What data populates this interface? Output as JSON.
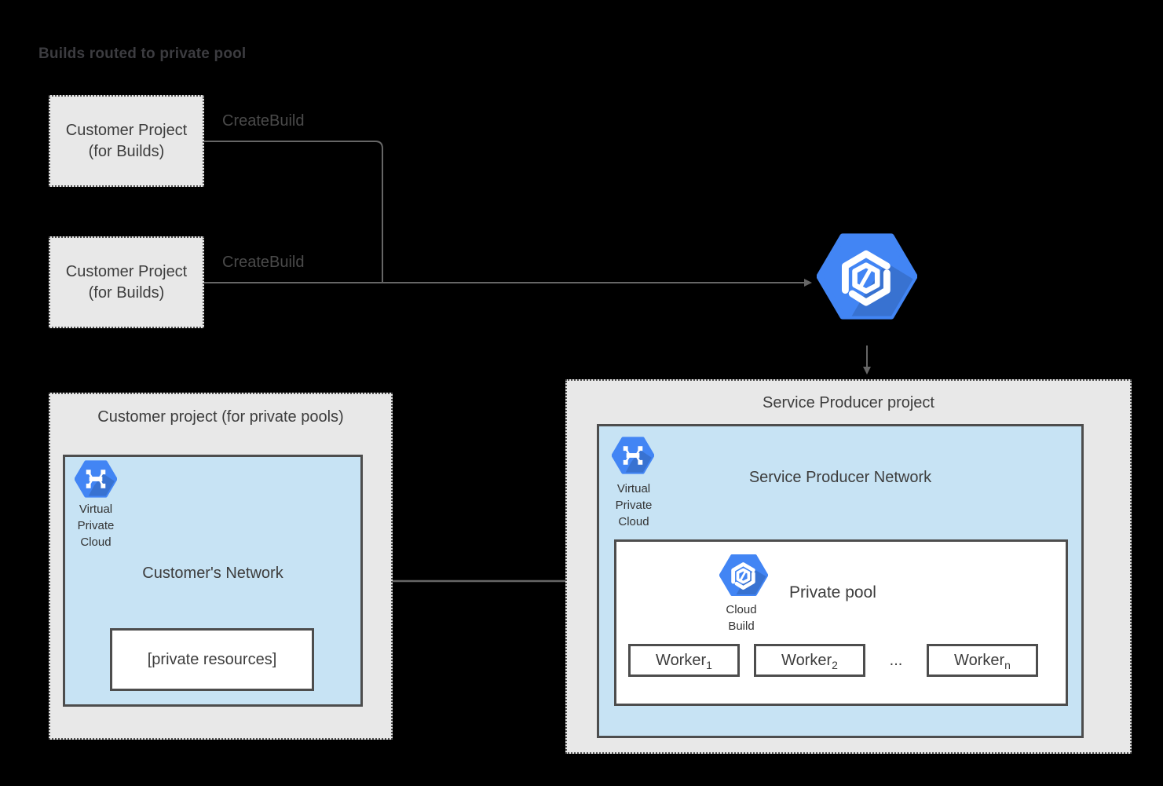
{
  "heading": "Builds routed to private pool",
  "colors": {
    "background": "#000000",
    "gray_fill": "#e8e8e8",
    "light_blue_fill": "#c7e3f4",
    "box_border": "#4d4d4d",
    "line_gray": "#666666",
    "icon_blue": "#4285f4"
  },
  "icons": {
    "cloud_build": "cloud-build-icon",
    "vpc": "vpc-icon"
  },
  "customer_builds": {
    "box1": {
      "line1": "Customer Project",
      "line2": "(for Builds)"
    },
    "box2": {
      "line1": "Customer Project",
      "line2": "(for Builds)"
    },
    "edge1_label": "CreateBuild",
    "edge2_label": "CreateBuild"
  },
  "service_producer": {
    "title": "Service Producer project",
    "network_title": "Service Producer Network",
    "vpc_label": {
      "l1": "Virtual",
      "l2": "Private",
      "l3": "Cloud"
    },
    "private_pool": {
      "title": "Private pool",
      "icon_label": {
        "l1": "Cloud",
        "l2": "Build"
      },
      "workers": [
        {
          "base": "Worker",
          "sub": "1"
        },
        {
          "base": "Worker",
          "sub": "2"
        },
        {
          "base": "Worker",
          "sub": "n"
        }
      ],
      "ellipsis": "..."
    }
  },
  "customer_project": {
    "title": "Customer project (for private pools)",
    "network_title": "Customer's Network",
    "vpc_label": {
      "l1": "Virtual",
      "l2": "Private",
      "l3": "Cloud"
    },
    "private_resources": "[private resources]"
  }
}
